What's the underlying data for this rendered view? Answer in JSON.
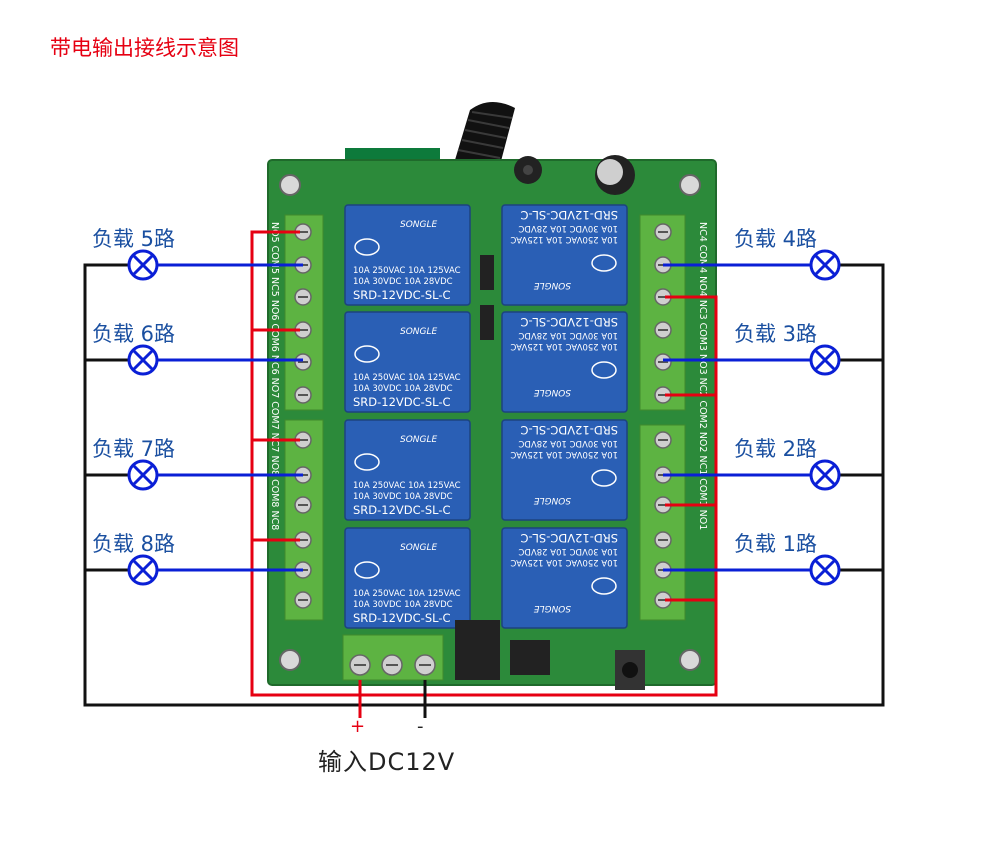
{
  "title": "带电输出接线示意图",
  "loads": [
    {
      "label": "负载 5路",
      "side": "left",
      "channel": 5
    },
    {
      "label": "负载 6路",
      "side": "left",
      "channel": 6
    },
    {
      "label": "负载 7路",
      "side": "left",
      "channel": 7
    },
    {
      "label": "负载 8路",
      "side": "left",
      "channel": 8
    },
    {
      "label": "负载 4路",
      "side": "right",
      "channel": 4
    },
    {
      "label": "负载 3路",
      "side": "right",
      "channel": 3
    },
    {
      "label": "负载 2路",
      "side": "right",
      "channel": 2
    },
    {
      "label": "负载 1路",
      "side": "right",
      "channel": 1
    }
  ],
  "input": {
    "label": "输入DC12V",
    "plus": "+",
    "minus": "-"
  },
  "relays": {
    "brand": "SONGLE",
    "line1": "10A 250VAC  10A 125VAC",
    "line2": "10A  30VDC  10A  28VDC",
    "model": "SRD-12VDC-SL-C"
  },
  "terminals": {
    "left": [
      "NO5",
      "COM5",
      "NC5",
      "NO6",
      "COM6",
      "NC6",
      "NO7",
      "COM7",
      "NC7",
      "NO8",
      "COM8",
      "NC8"
    ],
    "right": [
      "NC4",
      "COM4",
      "NO4",
      "NC3",
      "COM3",
      "NO3",
      "NC2",
      "COM2",
      "NO2",
      "NC1",
      "COM1",
      "NO1"
    ]
  },
  "colors": {
    "red": "#e60012",
    "blue": "#0a1fd6",
    "black": "#111111",
    "board": "#2c8a3a",
    "relay": "#2a5fb5"
  }
}
